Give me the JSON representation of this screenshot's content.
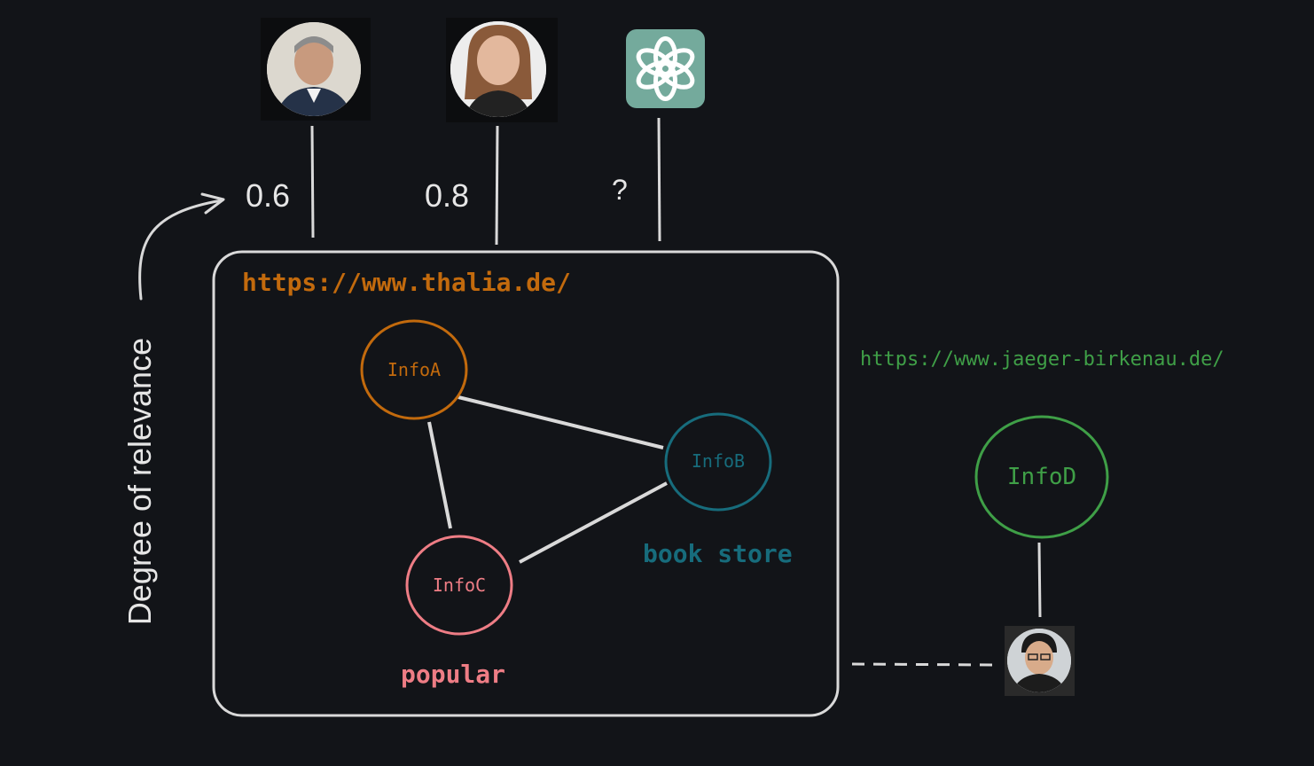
{
  "scores": {
    "person1": "0.6",
    "person2": "0.8",
    "chatgpt": "?"
  },
  "axis_label": "Degree of relevance",
  "main_site": {
    "url": "https://www.thalia.de/",
    "nodes": {
      "a": "InfoA",
      "b": "InfoB",
      "c": "InfoC"
    },
    "tags": {
      "book_store": "book store",
      "popular": "popular"
    }
  },
  "side_site": {
    "url": "https://www.jaeger-birkenau.de/",
    "node": "InfoD"
  },
  "colors": {
    "background": "#121418",
    "line": "#d9d9d9",
    "infoA": "#c26a0d",
    "infoB": "#176c7c",
    "infoC": "#ee7d85",
    "infoD": "#3f9f47",
    "chatgpt_tile": "#74aa9c"
  },
  "icons": [
    "person-avatar",
    "person-avatar",
    "chatgpt-logo-icon",
    "person-avatar"
  ]
}
